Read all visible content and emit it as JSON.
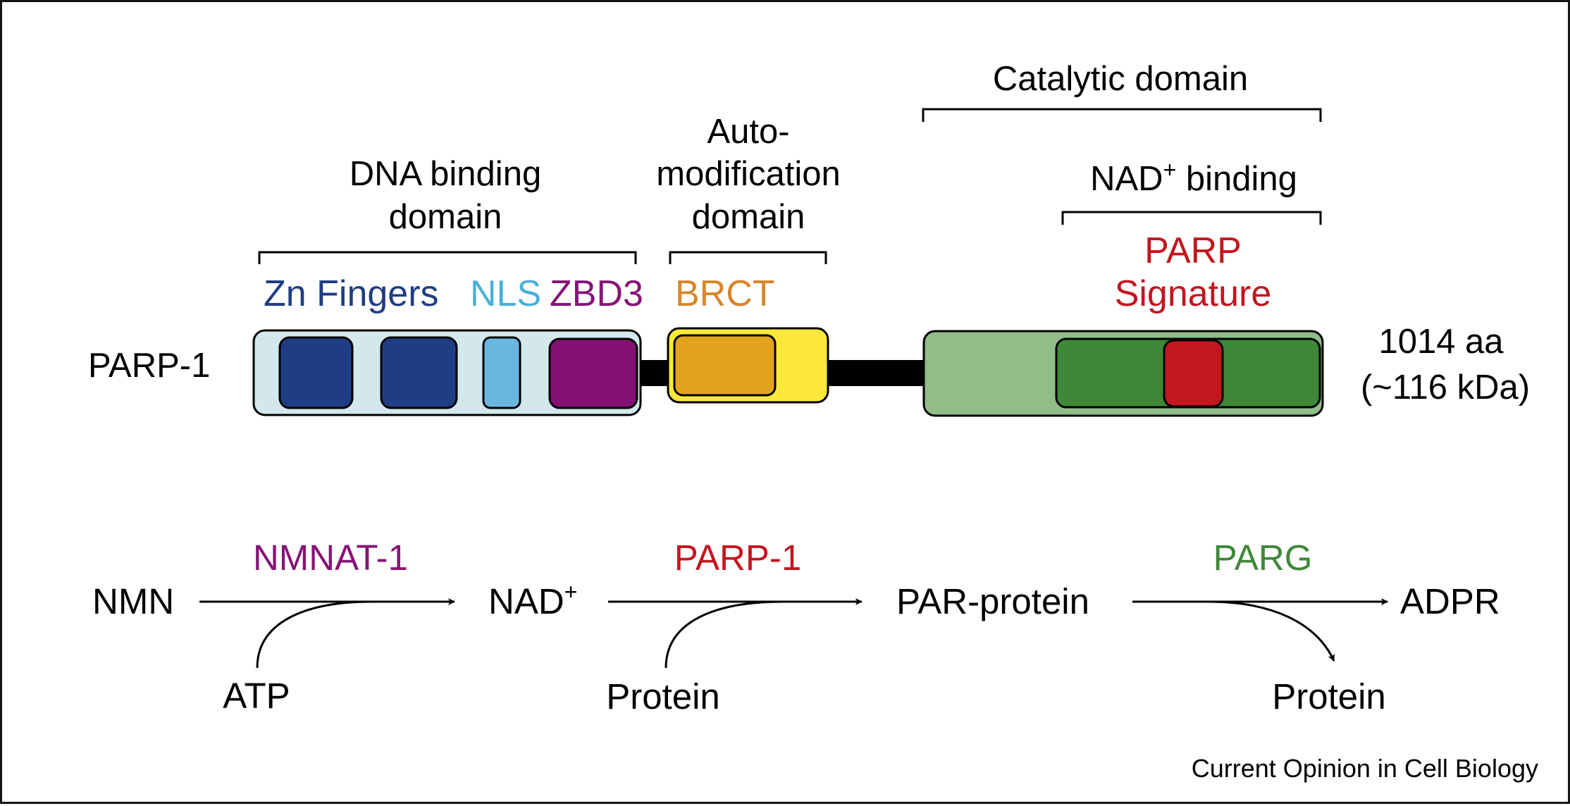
{
  "figure": {
    "protein_label": "PARP-1",
    "size_line1": "1014 aa",
    "size_line2": "(~116 kDa)",
    "footer": "Current Opinion in Cell Biology"
  },
  "domains": {
    "catalytic": "Catalytic domain",
    "nad_binding": "NAD",
    "nad_binding_sup": "+",
    "nad_binding_rest": " binding",
    "dna_binding_line1": "DNA binding",
    "dna_binding_line2": "domain",
    "auto_line1": "Auto-",
    "auto_line2": "modification",
    "auto_line3": "domain"
  },
  "motifs": {
    "zn_fingers": "Zn Fingers",
    "nls": "NLS",
    "zbd3": "ZBD3",
    "brct": "BRCT",
    "parp_sig_line1": "PARP",
    "parp_sig_line2": "Signature"
  },
  "colors": {
    "dna_domain_bg": "#d3e8ec",
    "zn_finger": "#1f3d84",
    "nls": "#69b7de",
    "zbd3": "#831173",
    "auto_domain_bg": "#fbe83b",
    "brct": "#e2a31f",
    "catalytic_bg": "#90bd88",
    "nad_binding": "#3f8838",
    "parp_signature": "#c3161e",
    "linker": "#000000",
    "zn_text": "#1f3d84",
    "nls_text": "#4bafd8",
    "zbd3_text": "#861477",
    "brct_text": "#d6862a",
    "parp_text": "#c3161e",
    "nmnat_text": "#861477",
    "parg_text": "#3f8838"
  },
  "pathway": {
    "substrate1": "NMN",
    "enzyme1": "NMNAT-1",
    "cofactor1": "ATP",
    "product1": "NAD",
    "product1_sup": "+",
    "enzyme2": "PARP-1",
    "cofactor2": "Protein",
    "product2": "PAR-protein",
    "enzyme3": "PARG",
    "byproduct3": "Protein",
    "product3": "ADPR"
  }
}
